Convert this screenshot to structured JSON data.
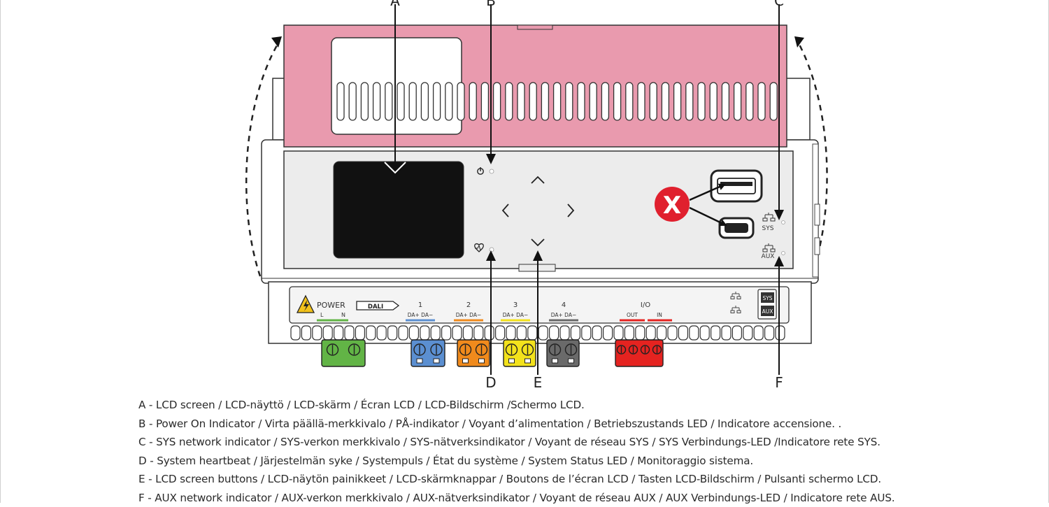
{
  "callouts": {
    "a": "A",
    "b": "B",
    "c": "C",
    "d": "D",
    "e": "E",
    "f": "F",
    "x": "X"
  },
  "front_panel": {
    "sys_label": "SYS",
    "aux_label": "AUX"
  },
  "terminal_labels": {
    "power": "POWER",
    "dali": "DALI",
    "l": "L",
    "n": "N",
    "ch1": "1",
    "ch2": "2",
    "ch3": "3",
    "ch4": "4",
    "da_pair": "DA+ DA−",
    "io": "I/O",
    "out": "OUT",
    "in": "IN",
    "sys_badge": "SYS",
    "aux_badge": "AUX"
  },
  "colors": {
    "cover_pink": "#e99aae",
    "warning_yellow": "#f2c21b",
    "badge_red": "#e0202e",
    "green": "#62b446",
    "blue": "#5b8fd1",
    "orange": "#f08a1c",
    "yellow": "#f3e21c",
    "gray": "#6a6a6a",
    "red": "#e52320"
  },
  "legend": [
    "A - LCD screen / LCD-näyttö / LCD-skärm / Écran LCD / LCD-Bildschirm /Schermo LCD.",
    "B - Power On Indicator / Virta päällä-merkkivalo  / PÅ-indikator / Voyant d’alimentation /  Betriebszustands LED / Indicatore accensione. .",
    "C - SYS network indicator / SYS-verkon merkkivalo / SYS-nätverksindikator / Voyant de réseau SYS / SYS Verbindungs-LED /Indicatore rete SYS.",
    "D - System heartbeat / Järjestelmän syke / Systempuls / État du système / System Status LED / Monitoraggio sistema.",
    "E - LCD screen buttons / LCD-näytön painikkeet / LCD-skärmknappar / Boutons de l’écran LCD / Tasten LCD-Bildschirm / Pulsanti schermo LCD.",
    "F - AUX network indicator / AUX-verkon merkkivalo / AUX-nätverksindikator / Voyant de réseau AUX / AUX Verbindungs-LED / Indicatore rete AUS."
  ]
}
